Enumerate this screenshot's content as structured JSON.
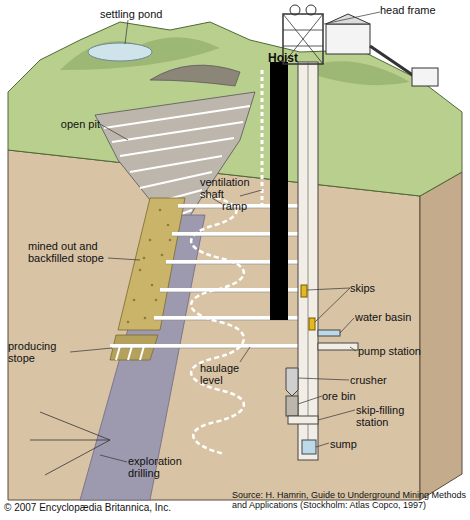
{
  "diagram": {
    "labels": [
      "settling pond",
      "head frame",
      "Hoist",
      "open pit",
      "ventilation shaft",
      "ramp",
      "mined out and backfilled stope",
      "skips",
      "water basin",
      "producing stope",
      "pump station",
      "haulage level",
      "crusher",
      "ore bin",
      "skip-filling station",
      "sump",
      "exploration drilling",
      "© 2007 Encyclopædia Britannica, Inc.",
      "Source: H. Hamrin, Guide to Underground Mining Methods and Applications (Stockholm: Atlas Copco, 1997)"
    ]
  }
}
